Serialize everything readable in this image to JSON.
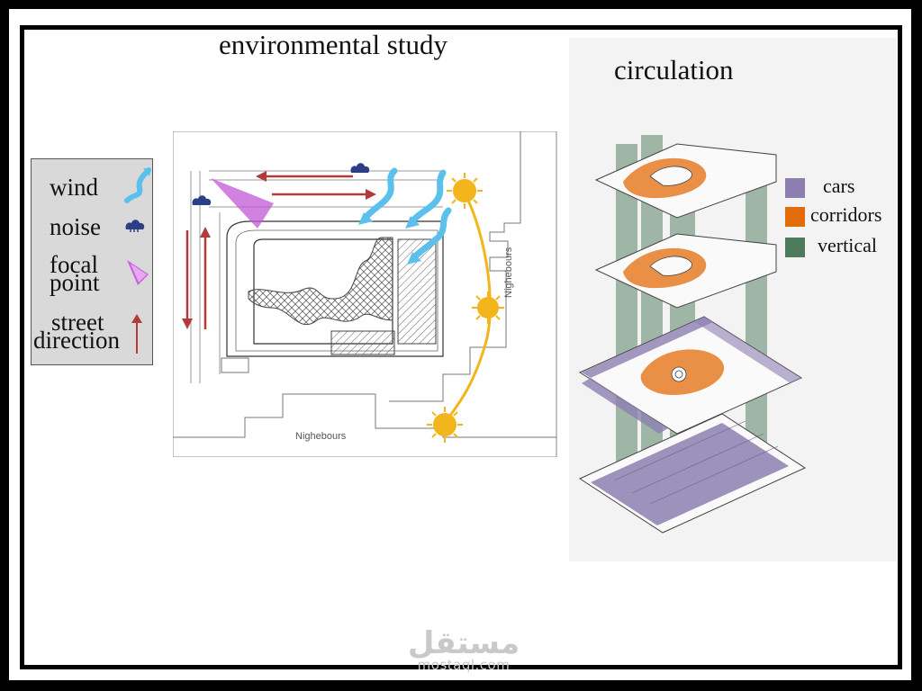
{
  "environmental": {
    "title": "environmental study",
    "legend": {
      "wind": "wind",
      "noise": "noise",
      "focal_line1": "focal",
      "focal_line2": "point",
      "street_line1": "street",
      "street_line2": "direction"
    },
    "plan": {
      "neighbours_right": "Nighebours",
      "neighbours_bottom": "Nighebours"
    }
  },
  "circulation": {
    "title": "circulation",
    "legend": [
      {
        "label": "cars",
        "color": "#8c7fb0"
      },
      {
        "label": "corridors",
        "color": "#e36c0a"
      },
      {
        "label": "vertical",
        "color": "#4e7a5c"
      }
    ]
  },
  "colors": {
    "wind": "#5bc0eb",
    "noise": "#2b3f86",
    "focal": "#c257d6",
    "street": "#b23a3a",
    "sun": "#f2b51b"
  },
  "watermark": {
    "arabic": "مستقل",
    "latin": "mostaql.com"
  }
}
